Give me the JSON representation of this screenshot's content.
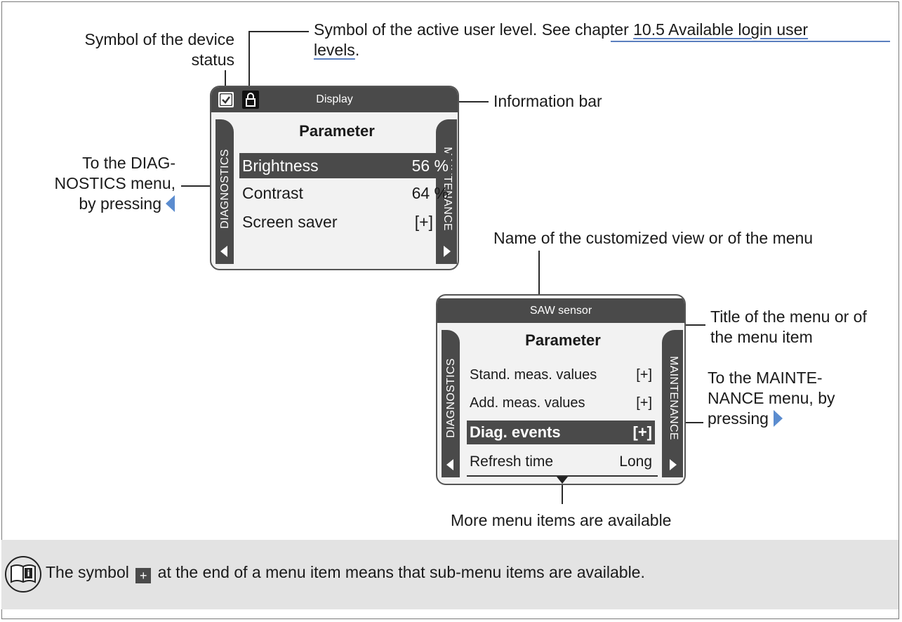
{
  "annotations": {
    "device_status_1": "Symbol of the device",
    "device_status_2": "status",
    "user_level_1_pre": "Symbol of the active user level. See chapter ",
    "user_level_1_link": "10.5 Available login user",
    "user_level_2_link": "levels",
    "user_level_2_post": ".",
    "information_bar": "Information bar",
    "to_diag_1": "To the DIAG-",
    "to_diag_2": "NOSTICS menu,",
    "to_diag_3": "by pressing",
    "name_of_view": "Name of the customized view or of the menu",
    "title_of_menu_1": "Title of the menu or of",
    "title_of_menu_2": "the menu item",
    "to_maint_1": "To the MAINTE-",
    "to_maint_2": "NANCE menu, by",
    "to_maint_3": "pressing",
    "more_items": "More menu items are available"
  },
  "display1": {
    "infobar": "Display",
    "title": "Parameter",
    "left_tab": "DIAGNOSTICS",
    "right_tab": "MAINTENANCE",
    "items": [
      {
        "label": "Brightness",
        "value": "56 %",
        "selected": true
      },
      {
        "label": "Contrast",
        "value": "64 %",
        "selected": false
      },
      {
        "label": "Screen saver",
        "value": "[+]",
        "selected": false
      }
    ]
  },
  "display2": {
    "infobar": "SAW sensor",
    "title": "Parameter",
    "left_tab": "DIAGNOSTICS",
    "right_tab": "MAINTENANCE",
    "items": [
      {
        "label": "Stand. meas. values",
        "value": "[+]",
        "selected": false
      },
      {
        "label": "Add. meas. values",
        "value": "[+]",
        "selected": false
      },
      {
        "label": "Diag. events",
        "value": "[+]",
        "selected": true
      },
      {
        "label": "Refresh time",
        "value": "Long",
        "selected": false
      }
    ]
  },
  "note": {
    "text_pre": "The symbol",
    "symbol": "+",
    "text_post": "at the end of a menu item means that sub-menu items are available."
  },
  "colors": {
    "dark_bar": "#4a4a4a",
    "screen_bg": "#f2f2f2",
    "arrow_blue": "#5b8ccf",
    "note_bg": "#e3e3e3"
  },
  "icons": [
    "check-icon",
    "lock-icon",
    "left-arrow-icon",
    "right-arrow-icon",
    "down-arrow-icon",
    "info-book-icon"
  ]
}
